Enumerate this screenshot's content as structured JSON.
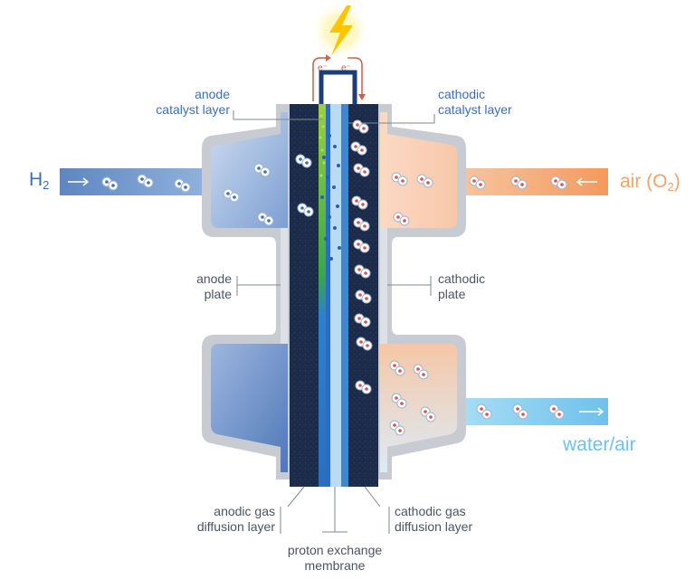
{
  "labels": {
    "anode_catalyst_l1": "anode",
    "anode_catalyst_l2": "catalyst layer",
    "cathodic_catalyst_l1": "cathodic",
    "cathodic_catalyst_l2": "catalyst layer",
    "anode_plate_l1": "anode",
    "anode_plate_l2": "plate",
    "cathodic_plate_l1": "cathodic",
    "cathodic_plate_l2": "plate",
    "anodic_gdl_l1": "anodic gas",
    "anodic_gdl_l2": "diffusion layer",
    "cathodic_gdl_l1": "cathodic gas",
    "cathodic_gdl_l2": "diffusion layer",
    "pem_l1": "proton exchange",
    "pem_l2": "membrane",
    "h2_main": "H",
    "h2_sub": "2",
    "air_main": "air (O",
    "air_sub": "2",
    "air_close": ")",
    "water_air": "water/air",
    "electron_left": "e⁻",
    "electron_right": "e⁻"
  },
  "colors": {
    "label_text": "#4a5563",
    "label_blue": "#3b6fb8",
    "h2_text": "#3b6fb8",
    "air_text": "#f3a467",
    "water_text": "#6cc2ec",
    "hydrogen_pipe": "#6d93c9",
    "air_pipe": "#f6ae78",
    "water_pipe": "#8ed0f2",
    "gdl": "#1c2b4a",
    "anode_catalyst": "#4cae4c",
    "membrane": "#b9dcf3",
    "cathode_catalyst": "#3f86cf",
    "bolt": "#ffc400",
    "wire_arrow": "#c6614b"
  },
  "icons": {
    "lightning": "lightning-bolt-icon"
  }
}
